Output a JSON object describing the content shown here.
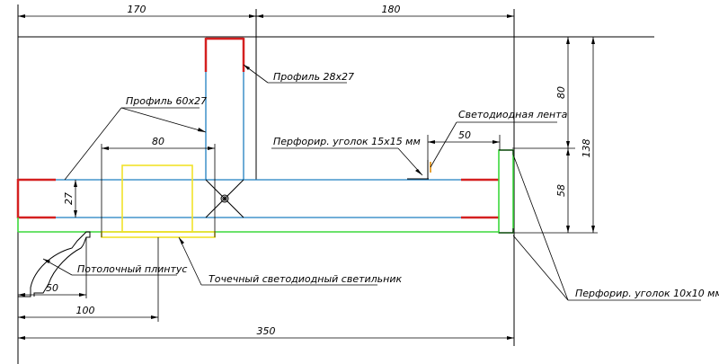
{
  "dimensions": {
    "top_170": "170",
    "top_180": "180",
    "v_80": "80",
    "v_138": "138",
    "v_58": "58",
    "v_27": "27",
    "d_80": "80",
    "d_50_right": "50",
    "d_50_left": "50",
    "d_100": "100",
    "d_350": "350"
  },
  "labels": {
    "profile_28x27": "Профиль 28х27",
    "profile_60x27": "Профиль 60х27",
    "led_strip": "Светодиодная лента",
    "perf_corner_15": "Перфорир. уголок 15х15 мм",
    "ceiling_plinth": "Потолочный плинтус",
    "spot_light": "Точечный светодиодный светильник",
    "perf_corner_10": "Перфорир. уголок 10х10 мм"
  },
  "colors": {
    "profile_blue": "#1f7fc0",
    "profile_end_red": "#d42020",
    "drywall_green": "#3cd93c",
    "luminaire_yellow": "#f2e22a",
    "led_orange": "#e7a236"
  }
}
